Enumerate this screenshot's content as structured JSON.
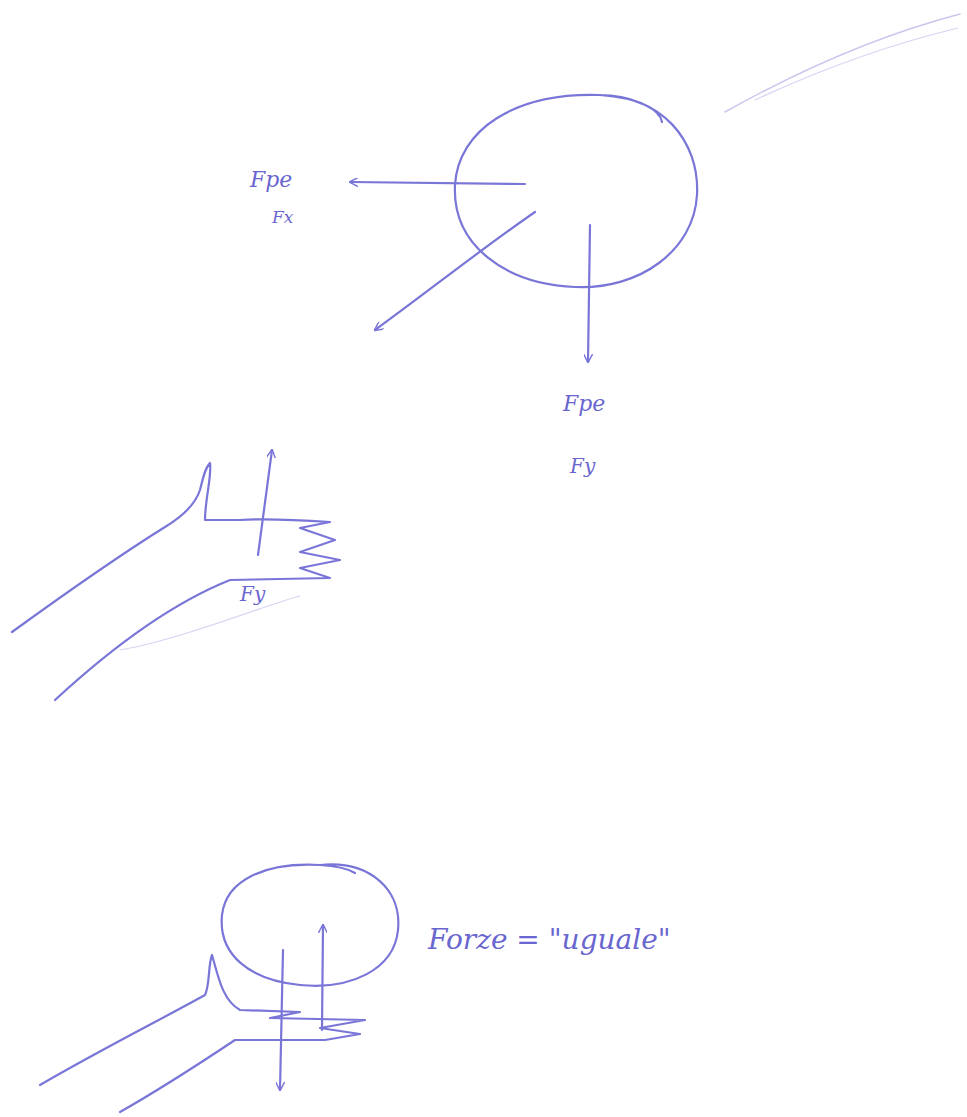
{
  "diagram": {
    "labels": [
      "Fpe",
      "Fx",
      "Fpe",
      "Fy",
      "Fy",
      "Forze = \"uguale\""
    ]
  }
}
